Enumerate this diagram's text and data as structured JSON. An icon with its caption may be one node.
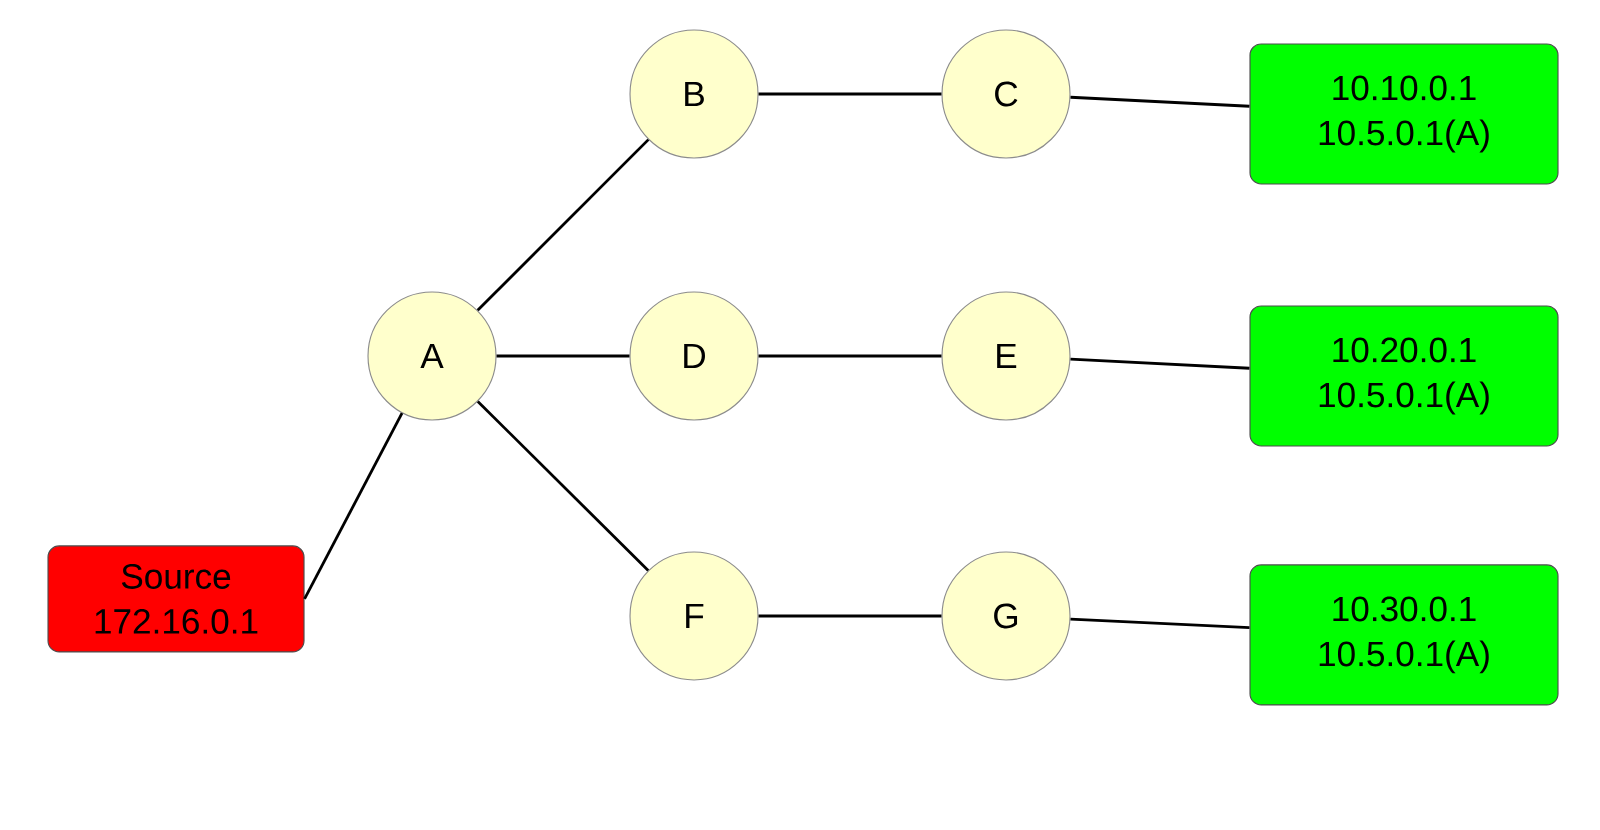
{
  "diagram": {
    "nodes": [
      {
        "text": [
          "Source",
          "172.16.0.1"
        ]
      },
      {
        "text": [
          "A"
        ]
      },
      {
        "text": [
          "B"
        ]
      },
      {
        "text": [
          "C"
        ]
      },
      {
        "text": [
          "10.10.0.1",
          "10.5.0.1(A)"
        ]
      },
      {
        "text": [
          "D"
        ]
      },
      {
        "text": [
          "E"
        ]
      },
      {
        "text": [
          "10.20.0.1",
          "10.5.0.1(A)"
        ]
      },
      {
        "text": [
          "F"
        ]
      },
      {
        "text": [
          "G"
        ]
      },
      {
        "text": [
          "10.30.0.1",
          "10.5.0.1(A)"
        ]
      }
    ],
    "edges": [
      {
        "from": 0,
        "to": 1,
        "arrow": "none"
      },
      {
        "from": 1,
        "to": 2,
        "arrow": "none"
      },
      {
        "from": 1,
        "to": 5,
        "arrow": "none"
      },
      {
        "from": 1,
        "to": 8,
        "arrow": "none"
      },
      {
        "from": 2,
        "to": 3,
        "arrow": "none"
      },
      {
        "from": 3,
        "to": 4,
        "arrow": "none"
      },
      {
        "from": 5,
        "to": 6,
        "arrow": "none"
      },
      {
        "from": 6,
        "to": 7,
        "arrow": "none"
      },
      {
        "from": 8,
        "to": 9,
        "arrow": "none"
      },
      {
        "from": 9,
        "to": 10,
        "arrow": "none"
      }
    ]
  }
}
